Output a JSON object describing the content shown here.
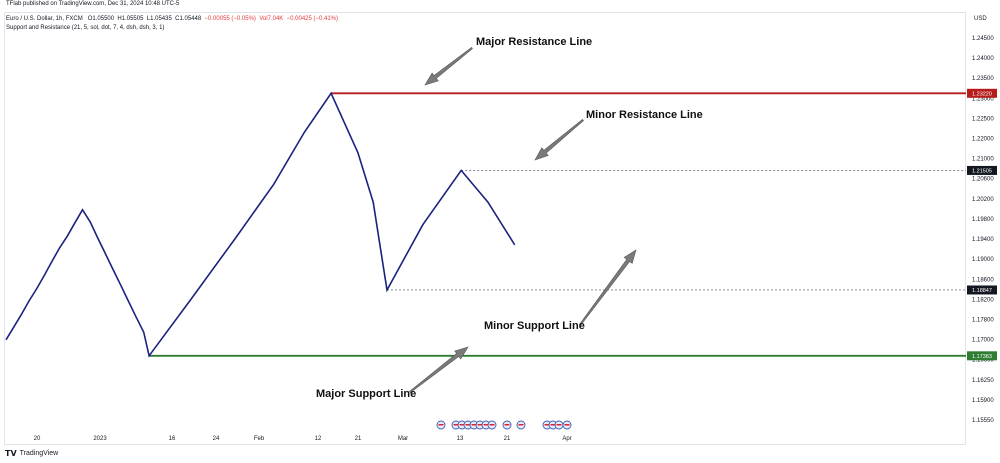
{
  "header": {
    "published": "TFlab published on TradingView.com, Dec 31, 2024 10:48 UTC-5",
    "symbol": "Euro / U.S. Dollar, 1h, FXCM",
    "open": "O1.05500",
    "high": "H1.05505",
    "low": "L1.05435",
    "close": "C1.05448",
    "change": "−0.00055 (−0.05%)",
    "volume": "Vol7.04K",
    "vol_change": "−0.00425 (−0.41%)",
    "indicator": "Support and Resistance (21, 5, sol, dot, 7, 4, dsh, dsh, 3, 1)"
  },
  "currency": "USD",
  "footer": {
    "brand": "TradingView"
  },
  "colors": {
    "price_line": "#1a237e",
    "major_resistance": "#b71c1c",
    "major_support": "#2e7d32",
    "minor_level": "#787b86",
    "arrow": "#7a7a7a",
    "price_text": "#131722"
  },
  "chart_data": {
    "type": "line",
    "x_tick_labels": [
      "20",
      "2023",
      "16",
      "24",
      "Feb",
      "12",
      "21",
      "Mar",
      "13",
      "21",
      "Apr"
    ],
    "y_tick_labels": [
      "1.24500",
      "1.24000",
      "1.23500",
      "1.23000",
      "1.22500",
      "1.22000",
      "1.21000",
      "1.20600",
      "1.20200",
      "1.19800",
      "1.19400",
      "1.19000",
      "1.18600",
      "1.18200",
      "1.17800",
      "1.17000",
      "1.16600",
      "1.16250",
      "1.15900",
      "1.15550"
    ],
    "ylim": [
      1.154,
      1.2485
    ],
    "price_path": [
      {
        "x": 0.0,
        "y": 1.1774
      },
      {
        "x": 0.1,
        "y": 1.1802
      },
      {
        "x": 0.2,
        "y": 1.183
      },
      {
        "x": 0.3,
        "y": 1.186
      },
      {
        "x": 0.4,
        "y": 1.1887
      },
      {
        "x": 0.5,
        "y": 1.1917
      },
      {
        "x": 0.6,
        "y": 1.1948
      },
      {
        "x": 0.7,
        "y": 1.1978
      },
      {
        "x": 0.8,
        "y": 1.2004
      },
      {
        "x": 0.9,
        "y": 1.2034
      },
      {
        "x": 1.0,
        "y": 1.2063
      },
      {
        "x": 1.1,
        "y": 1.2036
      },
      {
        "x": 1.2,
        "y": 1.2
      },
      {
        "x": 1.3,
        "y": 1.1965
      },
      {
        "x": 1.4,
        "y": 1.193
      },
      {
        "x": 1.5,
        "y": 1.1895
      },
      {
        "x": 1.6,
        "y": 1.186
      },
      {
        "x": 1.7,
        "y": 1.1825
      },
      {
        "x": 1.8,
        "y": 1.1791
      },
      {
        "x": 1.87,
        "y": 1.17383
      },
      {
        "x": 2.4,
        "y": 1.186
      },
      {
        "x": 3.0,
        "y": 1.2
      },
      {
        "x": 3.5,
        "y": 1.212
      },
      {
        "x": 3.9,
        "y": 1.2235
      },
      {
        "x": 4.25,
        "y": 1.2322
      },
      {
        "x": 4.6,
        "y": 1.219
      },
      {
        "x": 4.8,
        "y": 1.208
      },
      {
        "x": 4.98,
        "y": 1.18847
      },
      {
        "x": 5.45,
        "y": 1.203
      },
      {
        "x": 5.95,
        "y": 1.21505
      },
      {
        "x": 6.3,
        "y": 1.208
      },
      {
        "x": 6.65,
        "y": 1.19852
      }
    ],
    "levels": [
      {
        "name": "major_resistance",
        "value": 1.2322,
        "label": "1.23220",
        "style": "solid",
        "x_start": 4.25
      },
      {
        "name": "minor_resistance",
        "value": 1.21505,
        "label": "1.21505",
        "style": "dotted",
        "x_start": 5.95
      },
      {
        "name": "minor_support",
        "value": 1.18847,
        "label": "1.18847",
        "style": "dotted",
        "x_start": 4.98
      },
      {
        "name": "major_support",
        "value": 1.17383,
        "label": "1.17383",
        "style": "solid",
        "x_start": 1.87
      }
    ],
    "annotations": [
      "Major Resistance Line",
      "Minor Resistance Line",
      "Minor Support Line",
      "Major Support Line"
    ],
    "event_icons": 14
  }
}
